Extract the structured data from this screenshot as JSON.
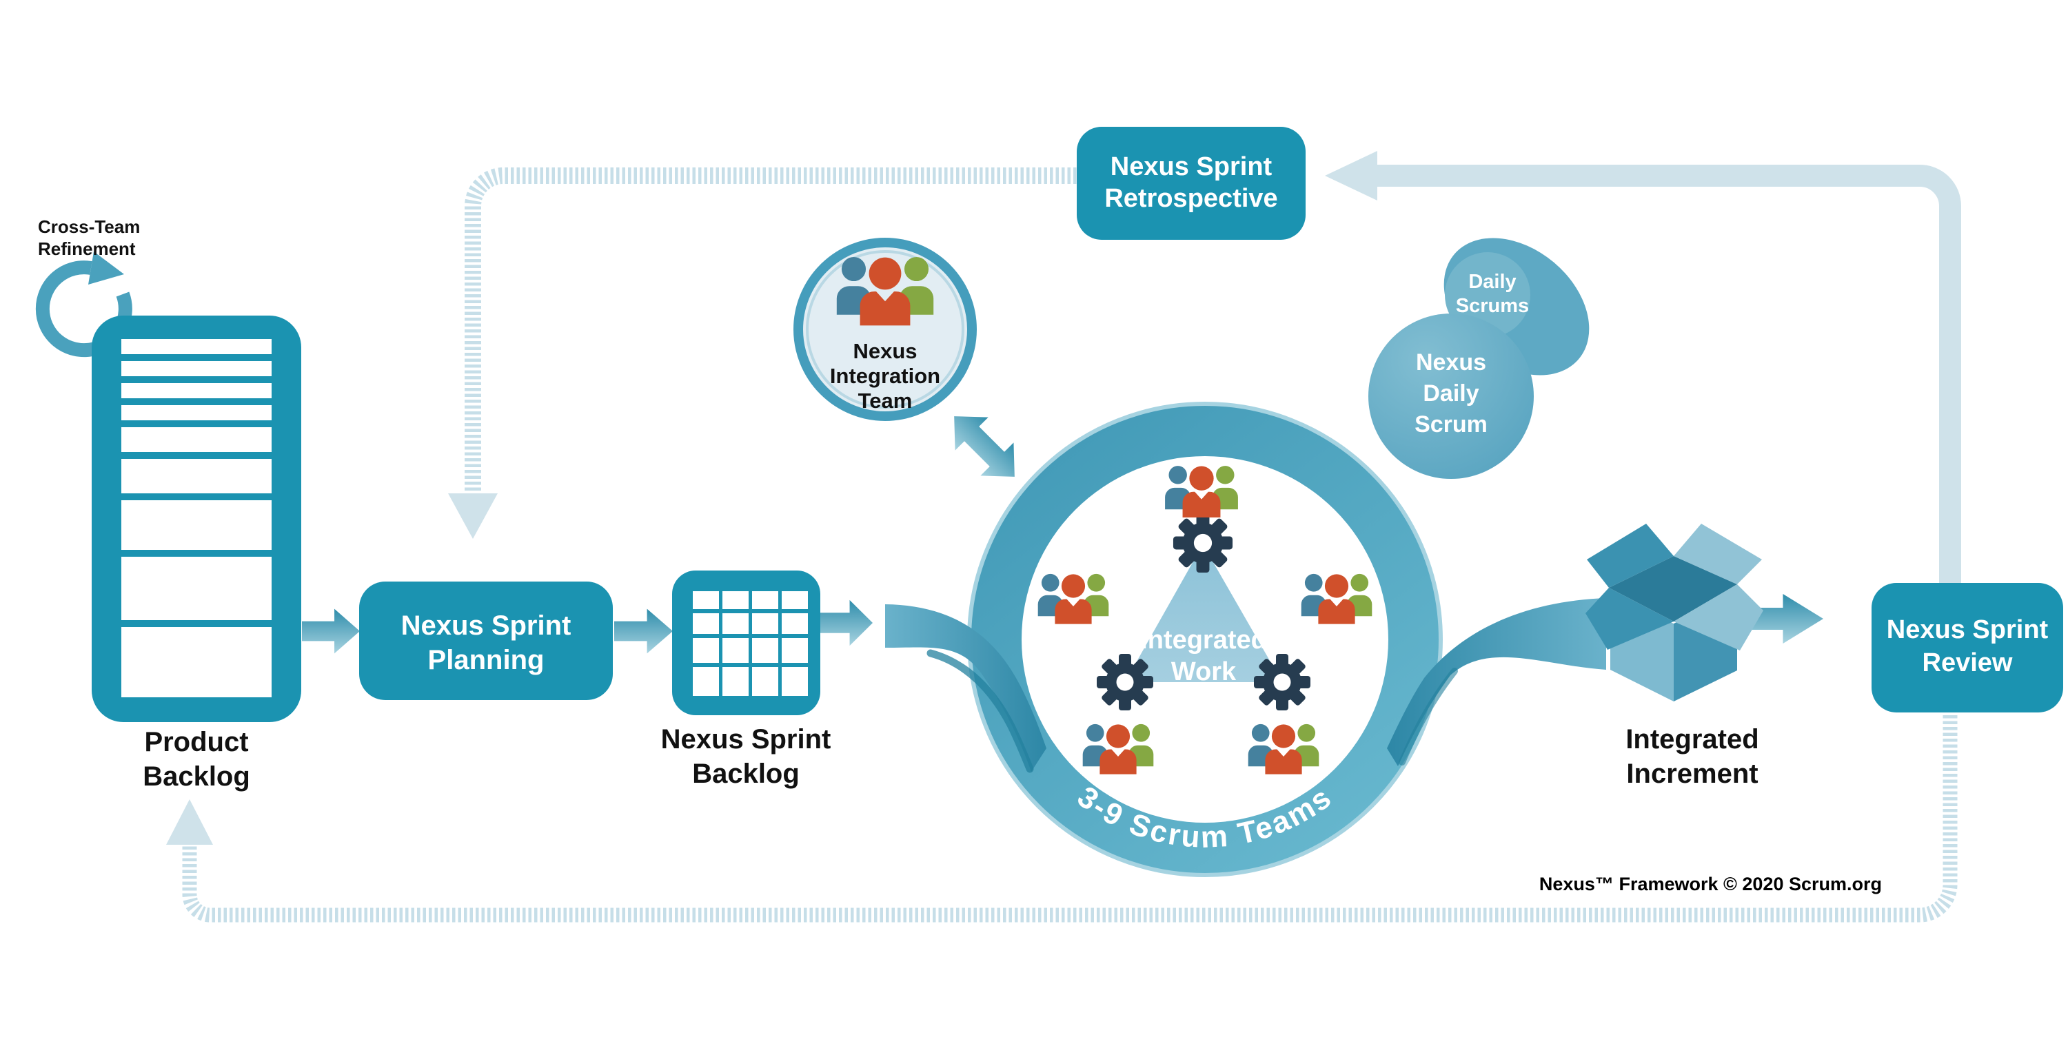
{
  "colors": {
    "teal_primary": "#1b93b1",
    "ring_teal": "#4aa2bd",
    "light_loop": "#cfe2ea",
    "striped_loop": "#c6dee8",
    "person_blue": "#45819e",
    "person_red": "#d0502b",
    "person_green": "#85a843",
    "gear_navy": "#263c50",
    "pale_circle_fill": "#e2edf3",
    "triangle_blue": "#99cadd"
  },
  "nodes": {
    "cross_team_refinement": {
      "label": [
        "Cross-Team",
        "Refinement"
      ]
    },
    "product_backlog": {
      "label": [
        "Product",
        "Backlog"
      ]
    },
    "nexus_sprint_planning": {
      "label": [
        "Nexus Sprint",
        "Planning"
      ]
    },
    "nexus_sprint_backlog": {
      "label": [
        "Nexus Sprint",
        "Backlog"
      ]
    },
    "nexus_integration_team": {
      "label": [
        "Nexus",
        "Integration",
        "Team"
      ]
    },
    "nexus_sprint_retrospective": {
      "label": [
        "Nexus Sprint",
        "Retrospective"
      ]
    },
    "daily_scrums": {
      "label": [
        "Daily",
        "Scrums"
      ]
    },
    "nexus_daily_scrum": {
      "label": [
        "Nexus",
        "Daily",
        "Scrum"
      ]
    },
    "scrum_teams_ring": {
      "label": "3-9 Scrum Teams"
    },
    "integrated_work": {
      "label": [
        "Integrated",
        "Work"
      ]
    },
    "integrated_increment": {
      "label": [
        "Integrated",
        "Increment"
      ]
    },
    "nexus_sprint_review": {
      "label": [
        "Nexus Sprint",
        "Review"
      ]
    }
  },
  "footer": {
    "credit": "Nexus™ Framework © 2020 Scrum.org"
  }
}
